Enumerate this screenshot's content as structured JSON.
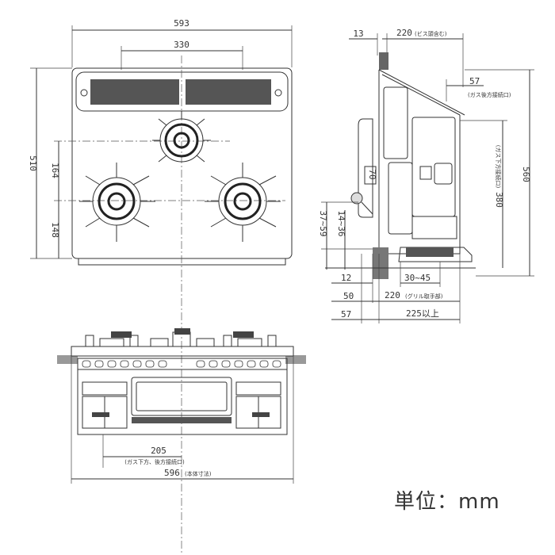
{
  "unit": "単位：mm",
  "top": {
    "width": "593",
    "burner_span": "330",
    "depth": "510",
    "dim_164": "164",
    "dim_148": "148"
  },
  "side": {
    "d13": "13",
    "d220_top": "220",
    "d220_top_note": "(ビス頭含む)",
    "d57_top": "57",
    "d57_top_note": "(ガス後方接続口)",
    "d380": "380",
    "d380_note": "(ガス下方接続口)",
    "d560": "560",
    "d37_59": "37~59",
    "d14_36": "14~36",
    "d70": "70",
    "d12": "12",
    "d30_45": "30~45",
    "d50": "50",
    "d220_bottom": "220",
    "d220_bottom_note": "(グリル取手部)",
    "d57_bottom": "57",
    "d225": "225以上"
  },
  "front": {
    "d205": "205",
    "d205_note": "(ガス下方、後方接続口)",
    "d596": "596",
    "d596_note": "(本体寸法)"
  }
}
